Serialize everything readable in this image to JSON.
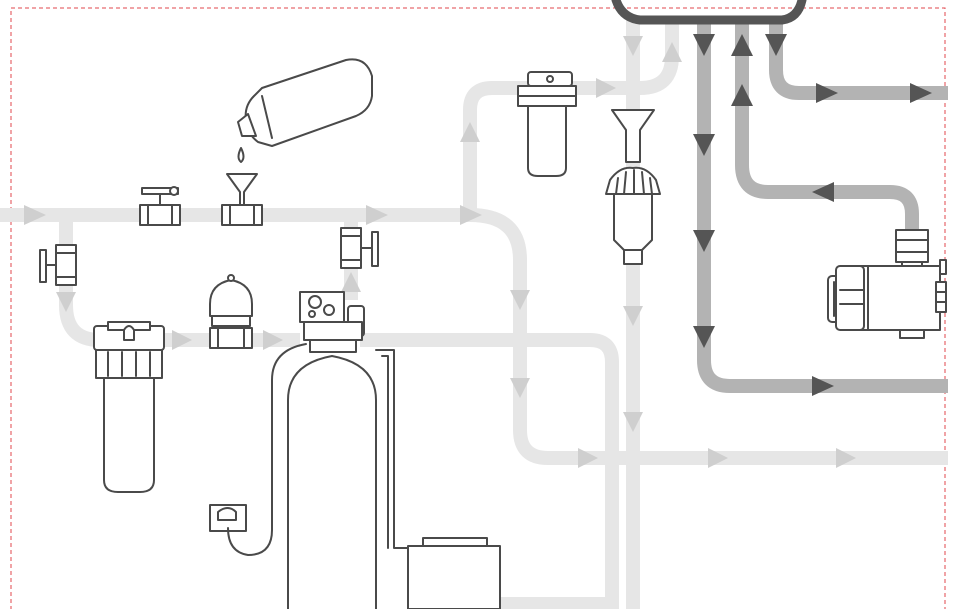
{
  "diagram": {
    "border_color": "#e0474c",
    "colors": {
      "light_pipe": "#e6e6e6",
      "dark_pipe": "#b3b3b3",
      "light_arrow": "#cfcfcf",
      "dark_arrow": "#555555",
      "outline": "#4a4a4a"
    },
    "components": [
      "chemical-bottle",
      "dosing-funnel",
      "shutoff-valve",
      "sediment-filter",
      "pressure-regulator",
      "softener-tank",
      "control-head",
      "bypass-valve",
      "brine-tank",
      "power-outlet",
      "cartridge-filter",
      "funnel-dispenser",
      "distribution-manifold",
      "circulation-pump"
    ]
  }
}
